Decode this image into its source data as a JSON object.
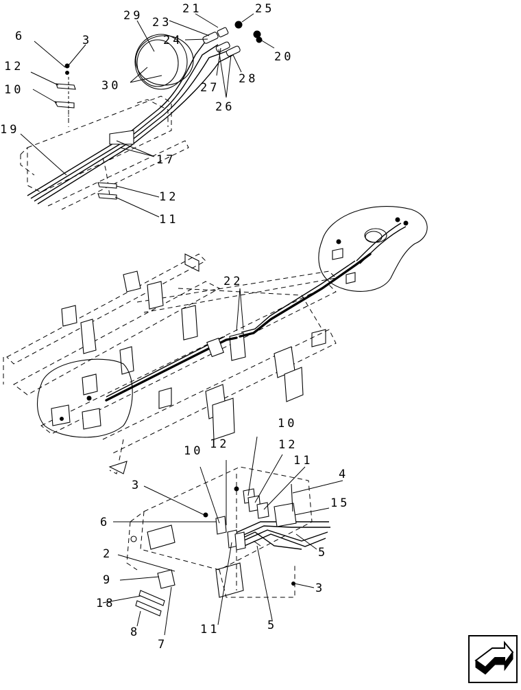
{
  "diagram": {
    "detail_top": {
      "callouts": [
        "29",
        "21",
        "25",
        "23",
        "24",
        "6",
        "3",
        "20",
        "12",
        "10",
        "30",
        "27",
        "28",
        "26",
        "19",
        "17",
        "12",
        "11"
      ]
    },
    "main_assembly": {
      "callouts": [
        "22"
      ]
    },
    "detail_bottom": {
      "callouts": [
        "10",
        "10",
        "12",
        "12",
        "11",
        "4",
        "3",
        "15",
        "6",
        "5",
        "2",
        "9",
        "3",
        "18",
        "5",
        "11",
        "8",
        "7"
      ]
    },
    "nav_button": {
      "icon": "page-arrow-icon"
    }
  }
}
